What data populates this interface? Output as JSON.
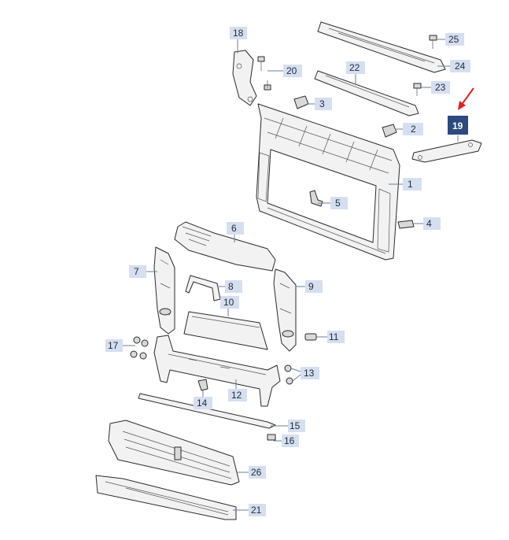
{
  "diagram": {
    "callouts": {
      "c1": "1",
      "c2": "2",
      "c3": "3",
      "c4": "4",
      "c5": "5",
      "c6": "6",
      "c7": "7",
      "c8": "8",
      "c9": "9",
      "c10": "10",
      "c11": "11",
      "c12": "12",
      "c13": "13",
      "c14": "14",
      "c15": "15",
      "c16": "16",
      "c17": "17",
      "c18": "18",
      "c19": "19",
      "c20": "20",
      "c21": "21",
      "c22": "22",
      "c23": "23",
      "c24": "24",
      "c25": "25",
      "c26": "26"
    },
    "highlighted_part": "19",
    "colors": {
      "callout_fill": "#d6dff0",
      "highlight_fill": "#2c4a7e",
      "arrow": "#e02020",
      "line": "#2a2a2a"
    }
  }
}
